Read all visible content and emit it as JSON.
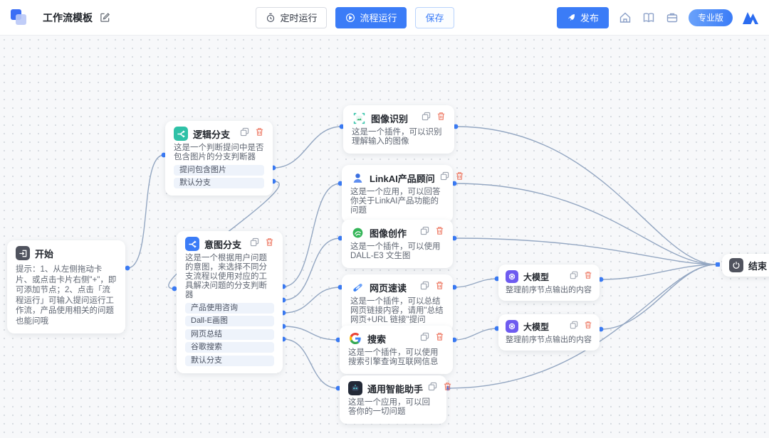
{
  "header": {
    "title": "工作流模板",
    "schedule_run": "定时运行",
    "flow_run": "流程运行",
    "save": "保存",
    "publish": "发布",
    "plan_badge": "专业版"
  },
  "nodes": {
    "start": {
      "title": "开始",
      "tips": "提示：1、从左侧拖动卡片、或点击卡片右侧\"+\"，即可添加节点；2、点击「流程运行」可输入提问运行工作流，产品使用相关的问题也能问哦"
    },
    "logic_branch": {
      "title": "逻辑分支",
      "desc": "这是一个判断提问中是否包含图片的分支判断器",
      "branches": [
        "提问包含图片",
        "默认分支"
      ]
    },
    "intent_branch": {
      "title": "意图分支",
      "desc": "这是一个根据用户问题的意图，来选择不同分支流程以使用对应的工具解决问题的分支判断器",
      "branches": [
        "产品使用咨询",
        "Dall-E画图",
        "网页总结",
        "谷歌搜索",
        "默认分支"
      ]
    },
    "image_recognition": {
      "title": "图像识别",
      "desc": "这是一个插件，可以识别理解输入的图像"
    },
    "linkai_advisor": {
      "title": "LinkAI产品顾问",
      "desc": "这是一个应用，可以回答你关于LinkAI产品功能的问题"
    },
    "image_creation": {
      "title": "图像创作",
      "desc": "这是一个插件，可以使用 DALL-E3 文生图"
    },
    "web_reader": {
      "title": "网页速读",
      "desc": "这是一个插件，可以总结网页链接内容，请用\"总结网页+URL 链接\"提问"
    },
    "search": {
      "title": "搜索",
      "desc": "这是一个插件，可以使用搜索引擎查询互联网信息"
    },
    "assistant": {
      "title": "通用智能助手",
      "desc": "这是一个应用，可以回答你的一切问题"
    },
    "llm": {
      "title": "大模型",
      "desc": "整理前序节点输出的内容"
    },
    "end": {
      "title": "结束"
    }
  },
  "colors": {
    "accent": "#3B7CF7",
    "edge_line": "#94A7C2",
    "canvas_bg": "#F7F8FA",
    "trash_icon": "#EE7B66",
    "logic_icon": "#2FC1A7",
    "intent_icon": "#3B7CF7",
    "llm_icon": "#6E5BF0",
    "start_end_icon": "#50535E",
    "creation_icon": "#34B558"
  }
}
